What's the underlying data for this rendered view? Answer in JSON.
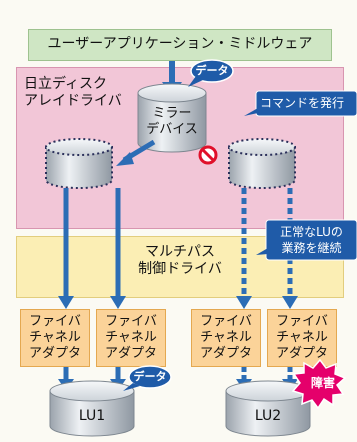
{
  "top_layer": {
    "label": "ユーザーアプリケーション・ミドルウェア"
  },
  "disk_array_driver": {
    "label": "日立ディスク\nアレイドライバ"
  },
  "mirror_device": {
    "label": "ミラー\nデバイス"
  },
  "multipath_driver": {
    "label": "マルチパス\n制御ドライバ"
  },
  "adapters": [
    {
      "label": "ファイバ\nチャネル\nアダプタ"
    },
    {
      "label": "ファイバ\nチャネル\nアダプタ"
    },
    {
      "label": "ファイバ\nチャネル\nアダプタ"
    },
    {
      "label": "ファイバ\nチャネル\nアダプタ"
    }
  ],
  "lu1": {
    "label": "LU1"
  },
  "lu2": {
    "label": "LU2"
  },
  "callouts": {
    "data_top": "データ",
    "data_bottom": "データ",
    "issue_command": "コマンドを発行",
    "continue_business": "正常なLUの\n業務を継続",
    "failure": "障害"
  },
  "colors": {
    "top_box": "#cfe6c4",
    "driver_box": "#f2c6d7",
    "multipath_box": "#fbeeb4",
    "adapter": "#fbd399",
    "arrow": "#2c6db5",
    "callout": "#1f5ba8",
    "failure_badge": "#e5006b"
  }
}
